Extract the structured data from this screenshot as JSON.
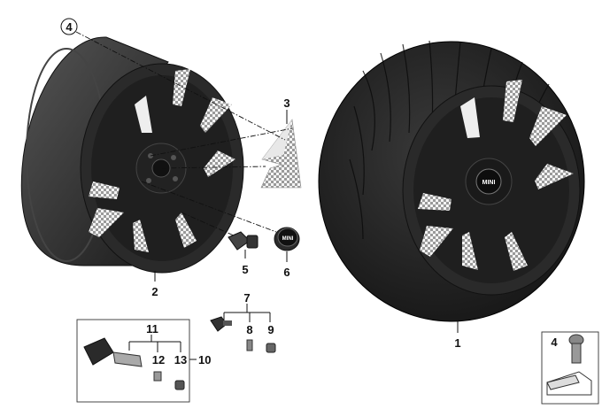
{
  "callouts": {
    "c1": "1",
    "c2": "2",
    "c3": "3",
    "c4": "4",
    "c5": "5",
    "c6": "6",
    "c7": "7",
    "c8": "8",
    "c9": "9",
    "c10": "10",
    "c11": "11",
    "c12": "12",
    "c13": "13",
    "c4b": "4"
  },
  "center_cap_logo": "MINI",
  "wheel_logo": "MINI",
  "colors": {
    "rim": "#262626",
    "tire": "#1c1c1c",
    "accent_white": "#f2f2f2",
    "checker": "#bdbdbd"
  }
}
